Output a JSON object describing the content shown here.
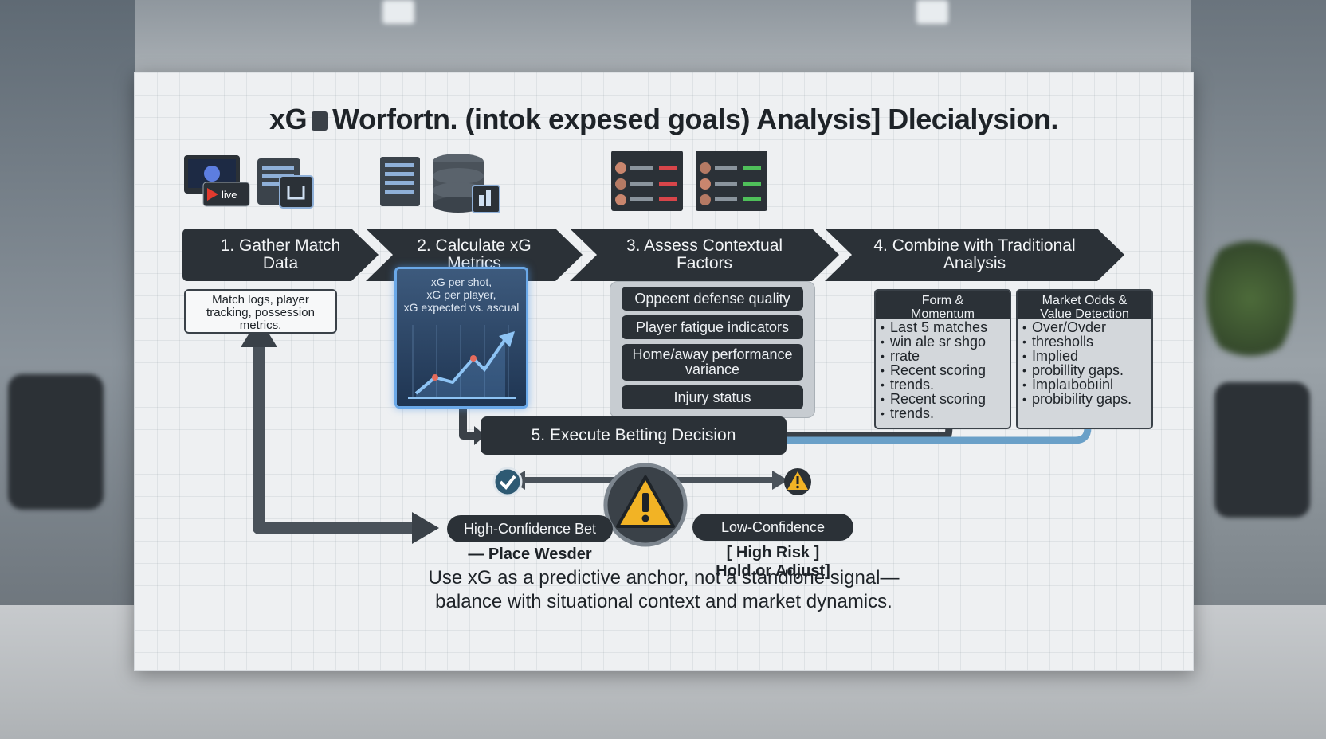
{
  "title": {
    "prefix": "xG",
    "main": "Worfortn. (intok expesed goals) Analysis] Dlecialysion."
  },
  "steps": [
    {
      "label_line1": "1. Gather Match",
      "label_line2": "Data"
    },
    {
      "label_line1": "2. Calculate xG",
      "label_line2": "Metrics"
    },
    {
      "label_line1": "3. Assess Contextual",
      "label_line2": "Factors"
    },
    {
      "label_line1": "4. Combine with Traditional",
      "label_line2": "Analysis"
    }
  ],
  "gather": {
    "icon_badge": "live",
    "desc_line1": "Match logs, player",
    "desc_line2": "tracking, possession",
    "desc_line3": "metrics."
  },
  "calc": {
    "line1": "xG per shot,",
    "line2": "xG per player,",
    "line3": "xG expected vs. ascual"
  },
  "factors": [
    {
      "line1": "Oppeent defense quality",
      "line2": ""
    },
    {
      "line1": "Player fatigue indicators",
      "line2": ""
    },
    {
      "line1": "Home/away performance",
      "line2": "variance"
    },
    {
      "line1": "Injury status",
      "line2": ""
    }
  ],
  "cards": [
    {
      "head_line1": "Form &",
      "head_line2": "Momentum",
      "items": [
        "Last 5 matches",
        "win ale sr shgo",
        "rrate",
        "Recent scoring",
        "trends.",
        "Recent scoring",
        "trends."
      ]
    },
    {
      "head_line1": "Market Odds &",
      "head_line2": "Value Detection",
      "items": [
        "Over/Ovder",
        "thresholls",
        "Implied",
        "probillity gaps.",
        "Implaıbobıinl",
        "probibility gaps."
      ]
    }
  ],
  "execute": {
    "label": "5. Execute Betting Decision"
  },
  "outcomes": {
    "high": {
      "pill": "High-Confidence Bet",
      "sub": "— Place Wesder"
    },
    "low": {
      "pill": "Low-Confidence",
      "sub_line1": "[ High Risk ]",
      "sub_line2": "Hold or Adjust]"
    }
  },
  "footer": {
    "line1": "Use xG as a predictive anchor, not a standlone signal—",
    "line2": "balance with situational context and market dynamics."
  },
  "colors": {
    "dark_panel": "#2b3137",
    "accent_blue": "#6aa8e8",
    "warning_yellow": "#f2b325",
    "check_teal": "#2e5a73"
  }
}
